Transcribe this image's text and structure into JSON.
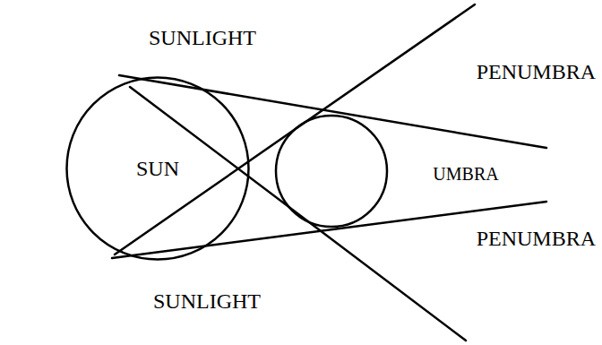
{
  "diagram": {
    "nodes": [
      {
        "text": [
          "SUN"
        ]
      }
    ],
    "labels": [
      "SUNLIGHT",
      "PENUMBRA",
      "UMBRA",
      "PENUMBRA",
      "SUNLIGHT"
    ]
  }
}
